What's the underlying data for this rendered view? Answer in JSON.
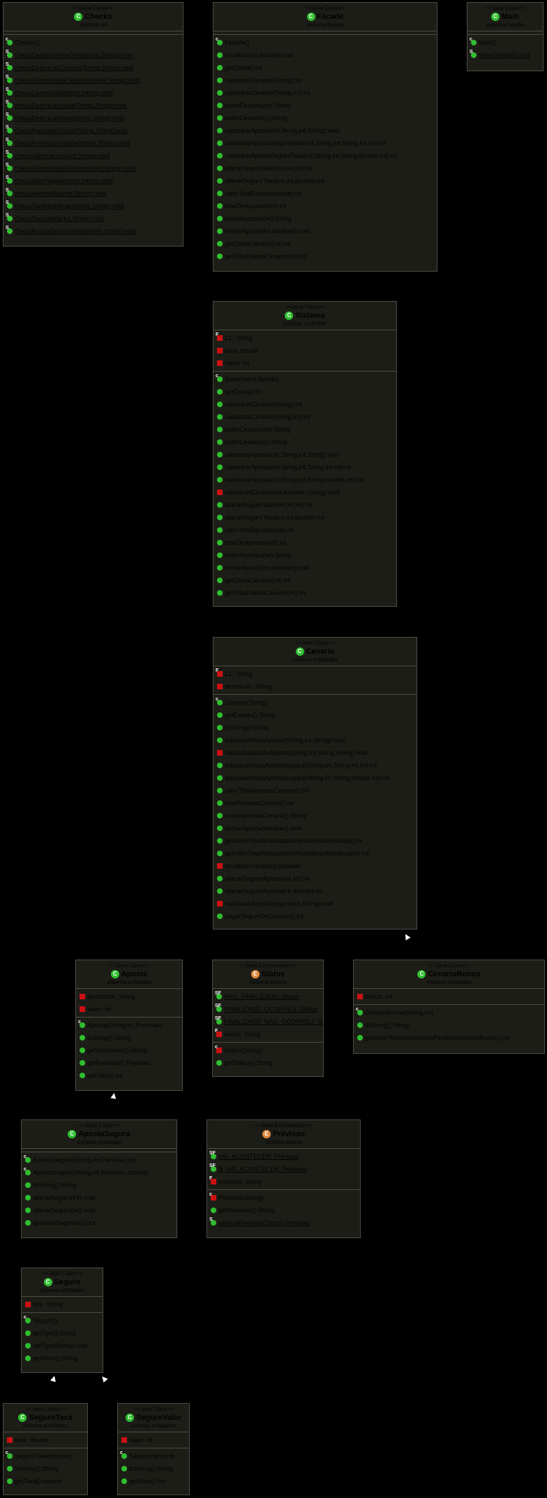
{
  "stereotype_class": "<<Java Class>>",
  "stereotype_enum": "<<Java Enumeration>>",
  "classes": {
    "checks": {
      "name": "Checks",
      "package": "sistema.util",
      "methods": [
        "Checks()",
        "checaCasaNumeroCenario(int,String):void",
        "checaDescricaoCenario(String,String):void",
        "checaCenarioNaoCadastrado(int,String):void",
        "checaCenarioValido(int,String):void",
        "checaDescricaoVazia(String,String):void",
        "checaDescricaoNula(String,String):void",
        "checaApostadorVazio(String,String):void",
        "checaPrevisaoInvalida(String,String):void",
        "checaValorCenario(int,String):void",
        "checaCenarioNaoFinalizado(int,String):void",
        "checaValorNegativo(int,String):void",
        "checaApostaNula(int,String):void",
        "checaTaxaNegativa(double,String):void",
        "checaTaxaValida(int,String):void",
        "checaApostaSeguroIdValido(int,String):void"
      ]
    },
    "facade": {
      "name": "Facade",
      "package": "sistema.facade",
      "methods": [
        "Facade()",
        "inicializa(int,double):void",
        "getCaixa():int",
        "cadastrarCenario(String):int",
        "cadastrarCenario(String,int):int",
        "exibirCenario(int):String",
        "exibirCenarios():String",
        "cadastrarAposta(int,String,int,String):void",
        "cadastrarApostaSeguraValor(int,String,int,String,int,int):int",
        "cadastrarApostaSeguraTaxa(int,String,int,String,double,int):int",
        "alterarSeguroValor(int,int,int):int",
        "alterarSeguroTaxa(int,int,double):int",
        "valorTotalDeApostas(int):int",
        "totalDeApostas(int):int",
        "exibeApostas(int):String",
        "fecharAposta(int,boolean):void",
        "getCaixaCenario(int):int",
        "getTotalRateioCenario(int):int"
      ]
    },
    "main": {
      "name": "Main",
      "package": "sistema.facade",
      "methods": [
        "Main()",
        "main(String[]):void"
      ]
    },
    "sistema": {
      "name": "Sistema",
      "package": "sistema.controller",
      "fields": [
        "CL: String",
        "taxa: double",
        "caixa: int"
      ],
      "methods": [
        "Sistema(int,double)",
        "getCaixa():int",
        "cadastrarCenario(String):int",
        "cadastrarCenario(String,int):int",
        "exibirCenario(int):String",
        "exibirCenarios():String",
        "cadastrarAposta(int,String,int,String):void",
        "cadastrarAposta(int,String,int,String,int,int):int",
        "cadastrarAposta(int,String,int,String,double,int):int",
        "validacaoCenario(int,boolean,String):void",
        "alterarSeguroValor(int,int,int):int",
        "alterarSeguroTaxa(int,int,double):int",
        "valorTotalApostas(int):int",
        "totalDeApostas(int):int",
        "exibeApostas(int):String",
        "fecharAposta(int,boolean):void",
        "getCaixaCenario(int):int",
        "getTotalRateioCenario(int):int"
      ]
    },
    "cenario": {
      "name": "Cenario",
      "package": "sistema.entidades",
      "fields": [
        "CL: String",
        "descricao: String"
      ],
      "methods": [
        "Cenario(String)",
        "getEstado():String",
        "toString():String",
        "adicionarNovaAposta(String,int,String):void",
        "validarDadosDeAposta(String,int,String,String):void",
        "adicionarNovaApostaSegura(String,int,String,int,int):int",
        "adicionarNovaApostaSegura(String,int,String,double,int):int",
        "valorTotalApostasCenario():int",
        "totalApostasCenario():int",
        "exibeApostasCenario():String",
        "fecharAposta(boolean):void",
        "getValorTotalArrecadadoPerdedoresPrevisao():int",
        "getValorTotalArrecadadoPerdedoresModificado():int",
        "resultadoCenario():boolean",
        "alterarSeguroAposta(int,int):int",
        "alterarSeguroAposta(int,double):int",
        "validacaoApostaSegura(int,String):void",
        "pegarSeguroDoCenario():int"
      ]
    },
    "aposta": {
      "name": "Aposta",
      "package": "sistema.entidades",
      "fields": [
        "apostador: String",
        "valor: int"
      ],
      "methods": [
        "Aposta(String,int,Previsao)",
        "toString():String",
        "getApostador():String",
        "getPrevisao():Previsao",
        "getValor():int"
      ]
    },
    "status": {
      "name": "Status",
      "package": "sistema.enums",
      "fields": [
        "NAO_FINALIZADO: Status",
        "FINALIZADO_OCORREU: Status",
        "FINALIZADO_NAO_OCORREU: Status",
        "status: String"
      ],
      "methods": [
        "Status(String)",
        "getStatus():String"
      ]
    },
    "cenarioBonus": {
      "name": "CenarioBonus",
      "package": "sistema.entidades",
      "fields": [
        "bonus: int"
      ],
      "methods": [
        "CenarioBonus(String,int)",
        "toString():String",
        "getValorTotalArrecadadoPerdedoresModificado():int"
      ]
    },
    "apostaSegura": {
      "name": "ApostaSegura",
      "package": "sistema.entidades",
      "methods": [
        "ApostaSegura(String,int,Previsao,int)",
        "ApostaSegura(String,int,Previsao,double)",
        "toString():String",
        "alterarSeguro(int):void",
        "alterarSeguro(int):void",
        "getValorSegurado():int"
      ]
    },
    "previsao": {
      "name": "Previsao",
      "package": "sistema.enums",
      "fields": [
        "VAI_ACONTECER: Previsao",
        "N_VAI_ACONTECER: Previsao",
        "previsao: String"
      ],
      "methods": [
        "Previsao(String)",
        "getPrevisao():String",
        "verificaPrevisao(String):Previsao"
      ]
    },
    "seguro": {
      "name": "Seguro",
      "package": "sistema.entidades",
      "fields": [
        "tipo: String"
      ],
      "methods": [
        "Seguro()",
        "getTipo():String",
        "setTipo(String):void",
        "getValor():String"
      ]
    },
    "seguroTaxa": {
      "name": "SeguroTaxa",
      "package": "sistema.entidades",
      "fields": [
        "taxa: double"
      ],
      "methods": [
        "SeguroTaxa(double)",
        "toString():String",
        "getTaxa():double"
      ]
    },
    "seguroValor": {
      "name": "SeguroValor",
      "package": "sistema.entidades",
      "fields": [
        "valor: int"
      ],
      "methods": [
        "SeguroValor(int)",
        "toString():String",
        "getValor():int"
      ]
    }
  }
}
